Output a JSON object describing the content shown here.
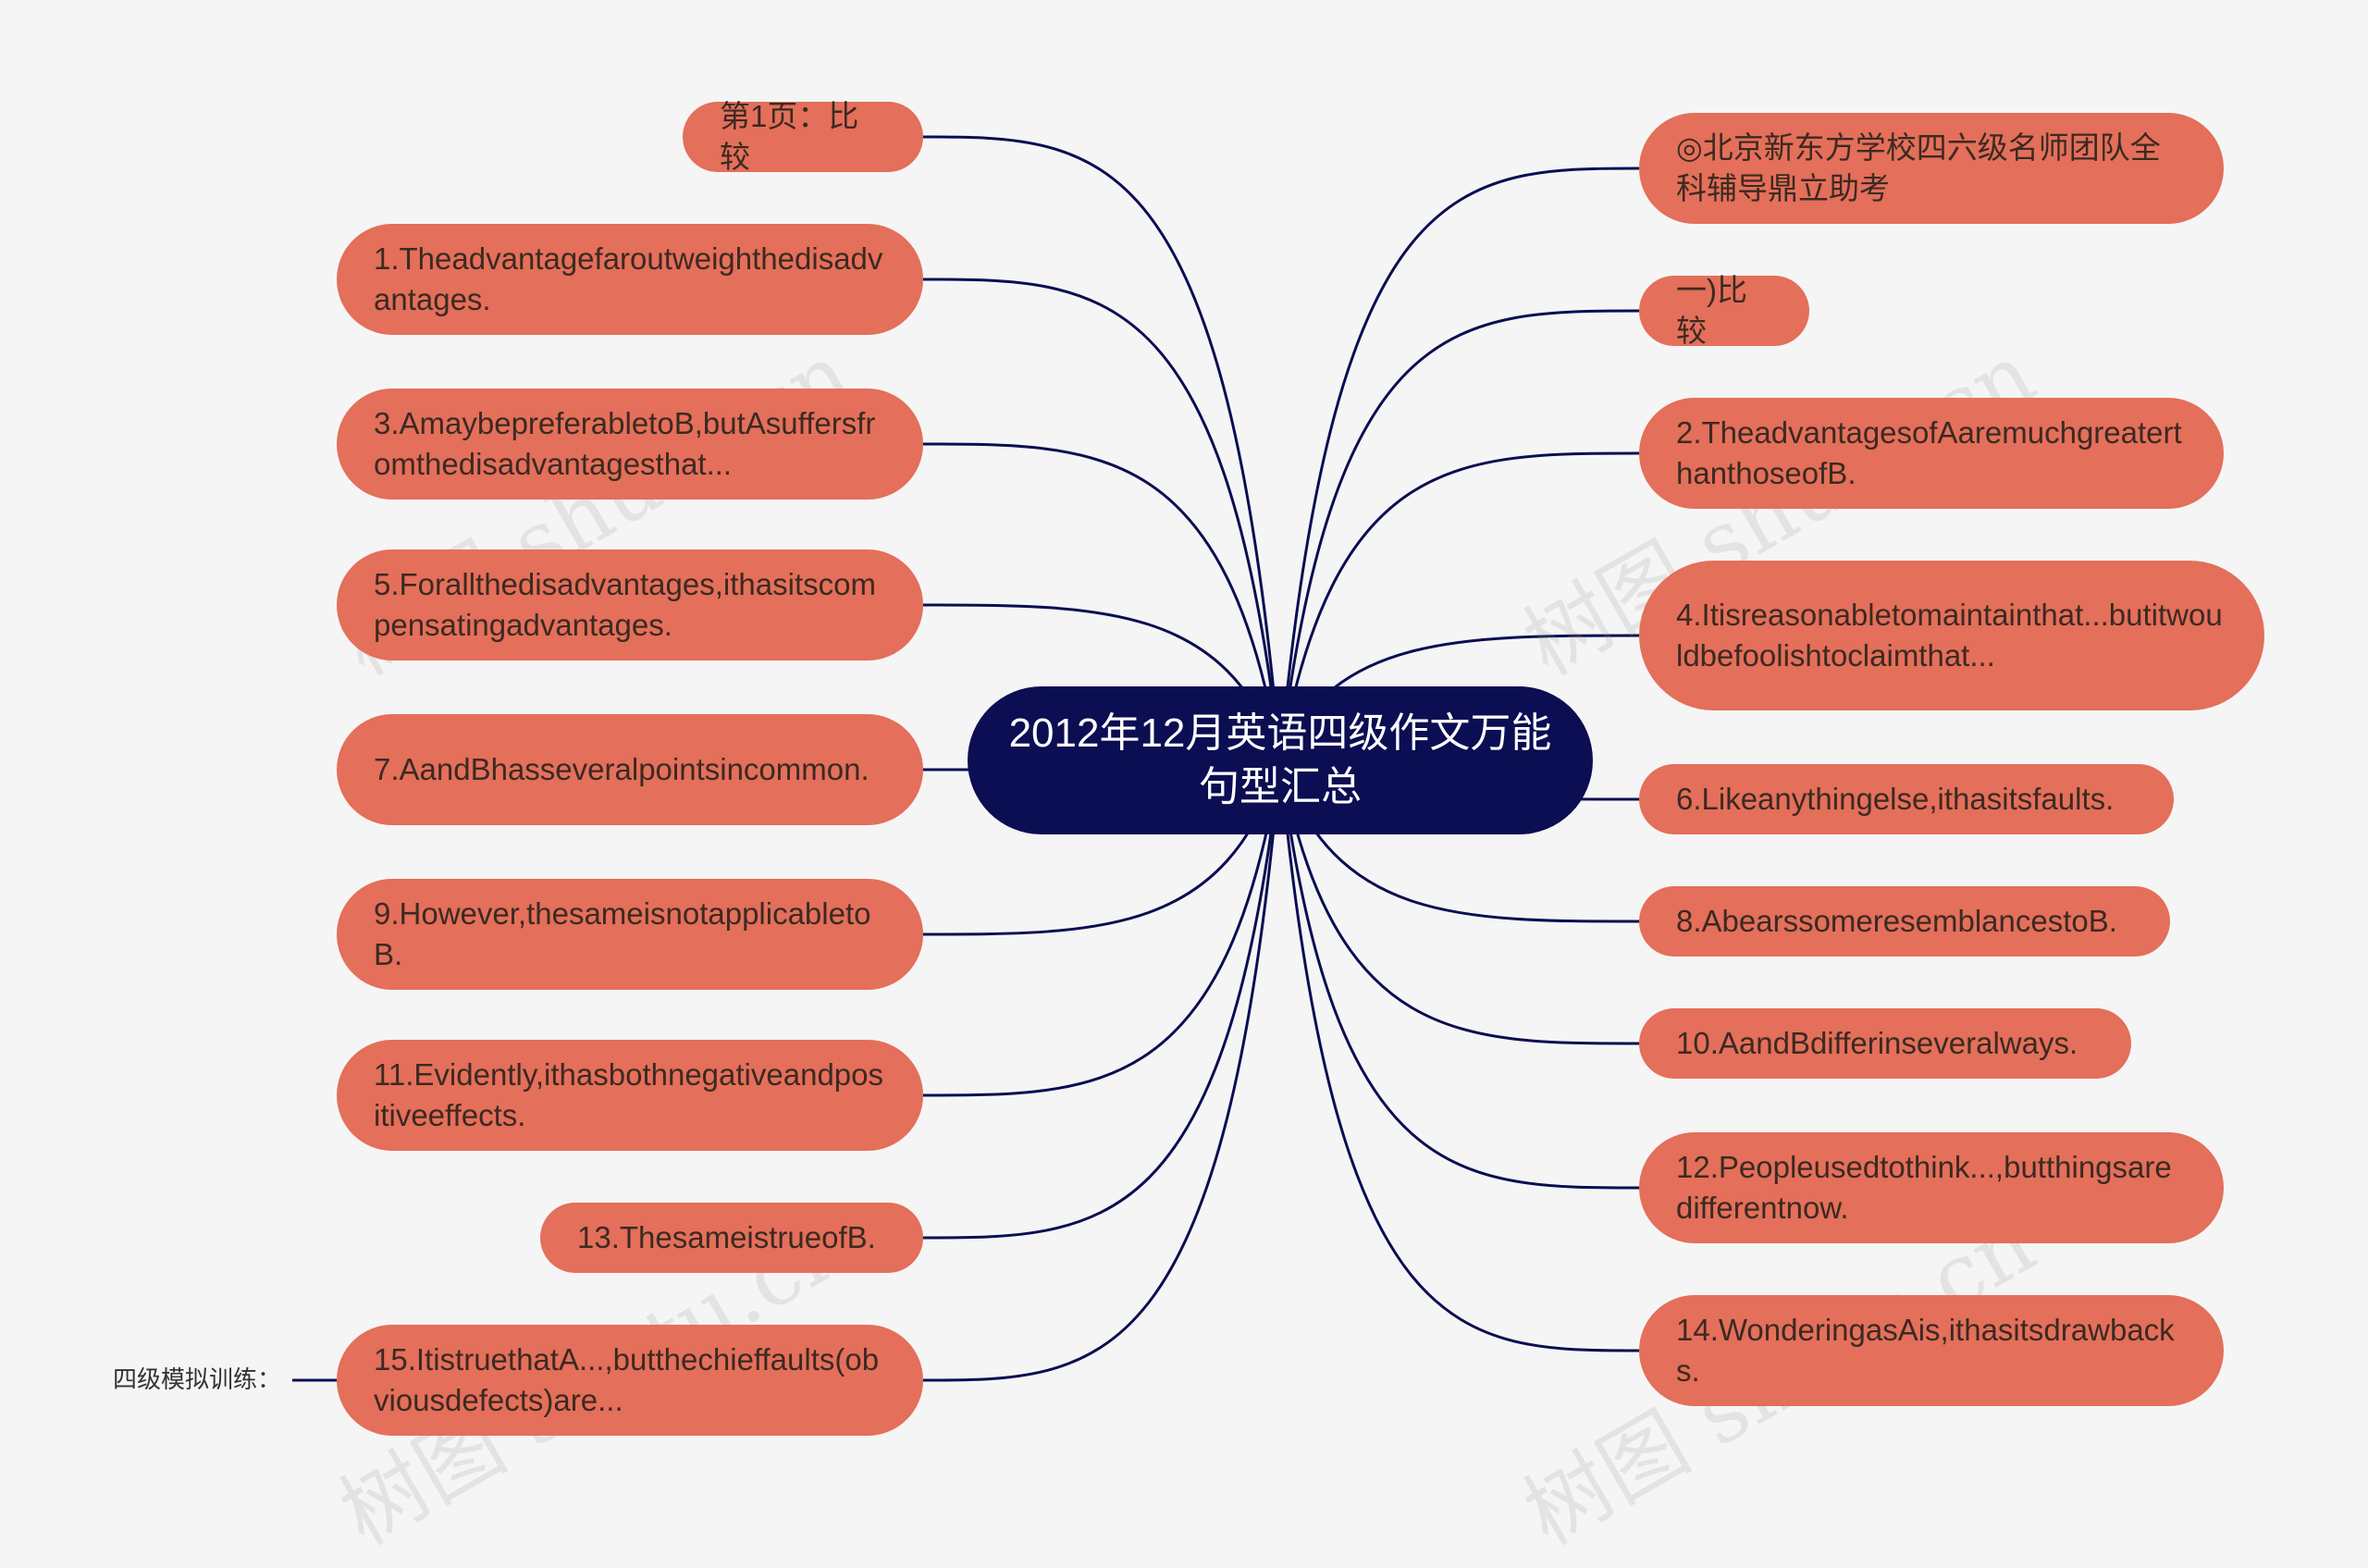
{
  "center": {
    "title": "2012年12月英语四级作文万能句型汇总"
  },
  "left_nodes": [
    {
      "text": "第1页：比较"
    },
    {
      "text": "1.Theadvantagefaroutweighthedisadvantages."
    },
    {
      "text": "3.AmaybepreferabletoB,butAsuffersfromthedisadvantagesthat..."
    },
    {
      "text": "5.Forallthedisadvantages,ithasitscompensatingadvantages."
    },
    {
      "text": "7.AandBhasseveralpointsincommon."
    },
    {
      "text": "9.However,thesameisnotapplicabletoB."
    },
    {
      "text": "11.Evidently,ithasbothnegativeandpositiveeffects."
    },
    {
      "text": "13.ThesameistrueofB."
    },
    {
      "text": "15.ItistruethatA...,butthechieffaults(obviousdefects)are..."
    }
  ],
  "right_nodes": [
    {
      "text": "◎北京新东方学校四六级名师团队全科辅导鼎立助考"
    },
    {
      "text": "一)比较"
    },
    {
      "text": "2.TheadvantagesofAaremuchgreaterthanthoseofB."
    },
    {
      "text": "4.Itisreasonabletomaintainthat...butitwouldbefoolishtoclaimthat..."
    },
    {
      "text": "6.Likeanythingelse,ithasitsfaults."
    },
    {
      "text": "8.AbearssomeresemblancestoB."
    },
    {
      "text": "10.AandBdifferinseveralways."
    },
    {
      "text": "12.Peopleusedtothink...,butthingsaredifferentnow."
    },
    {
      "text": "14.WonderingasAis,ithasitsdrawbacks."
    }
  ],
  "sub_node": {
    "text": "四级模拟训练："
  },
  "watermark": "树图 shutu.cn",
  "colors": {
    "node": "#e46f5a",
    "center": "#0b0e52",
    "line": "#0b0e52",
    "background": "#f5f5f5"
  }
}
